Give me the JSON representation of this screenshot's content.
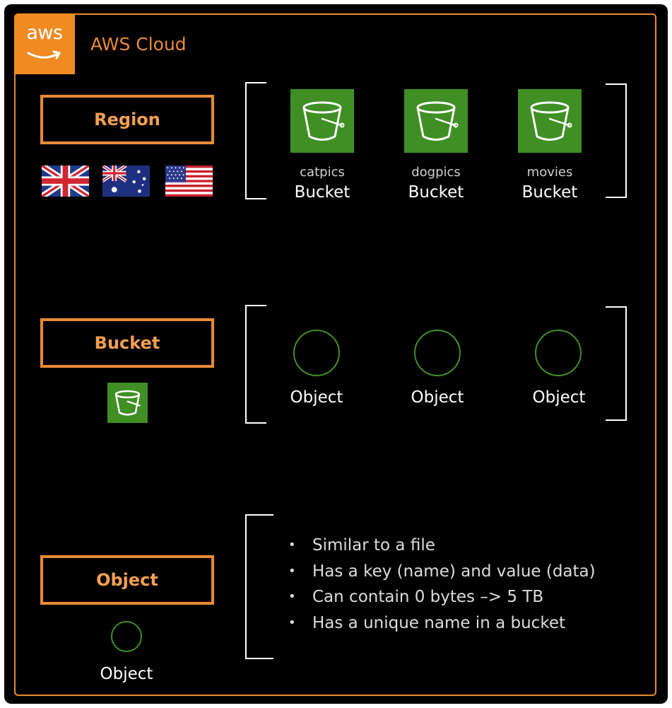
{
  "cloud": {
    "title": "AWS Cloud",
    "logo_text": "aws"
  },
  "colors": {
    "orange": "#e88b34",
    "green": "#3f8f24",
    "background": "#000000"
  },
  "region": {
    "label": "Region",
    "flags": [
      "uk-flag-icon",
      "australia-flag-icon",
      "usa-flag-icon"
    ],
    "buckets": [
      {
        "name": "catpics",
        "type": "Bucket"
      },
      {
        "name": "dogpics",
        "type": "Bucket"
      },
      {
        "name": "movies",
        "type": "Bucket"
      }
    ]
  },
  "bucket": {
    "label": "Bucket",
    "objects": [
      "Object",
      "Object",
      "Object"
    ]
  },
  "object": {
    "label": "Object",
    "icon_caption": "Object",
    "bullets": [
      "Similar to a file",
      "Has a key (name) and value (data)",
      "Can contain 0 bytes –> 5 TB",
      "Has a unique name in a bucket"
    ]
  }
}
